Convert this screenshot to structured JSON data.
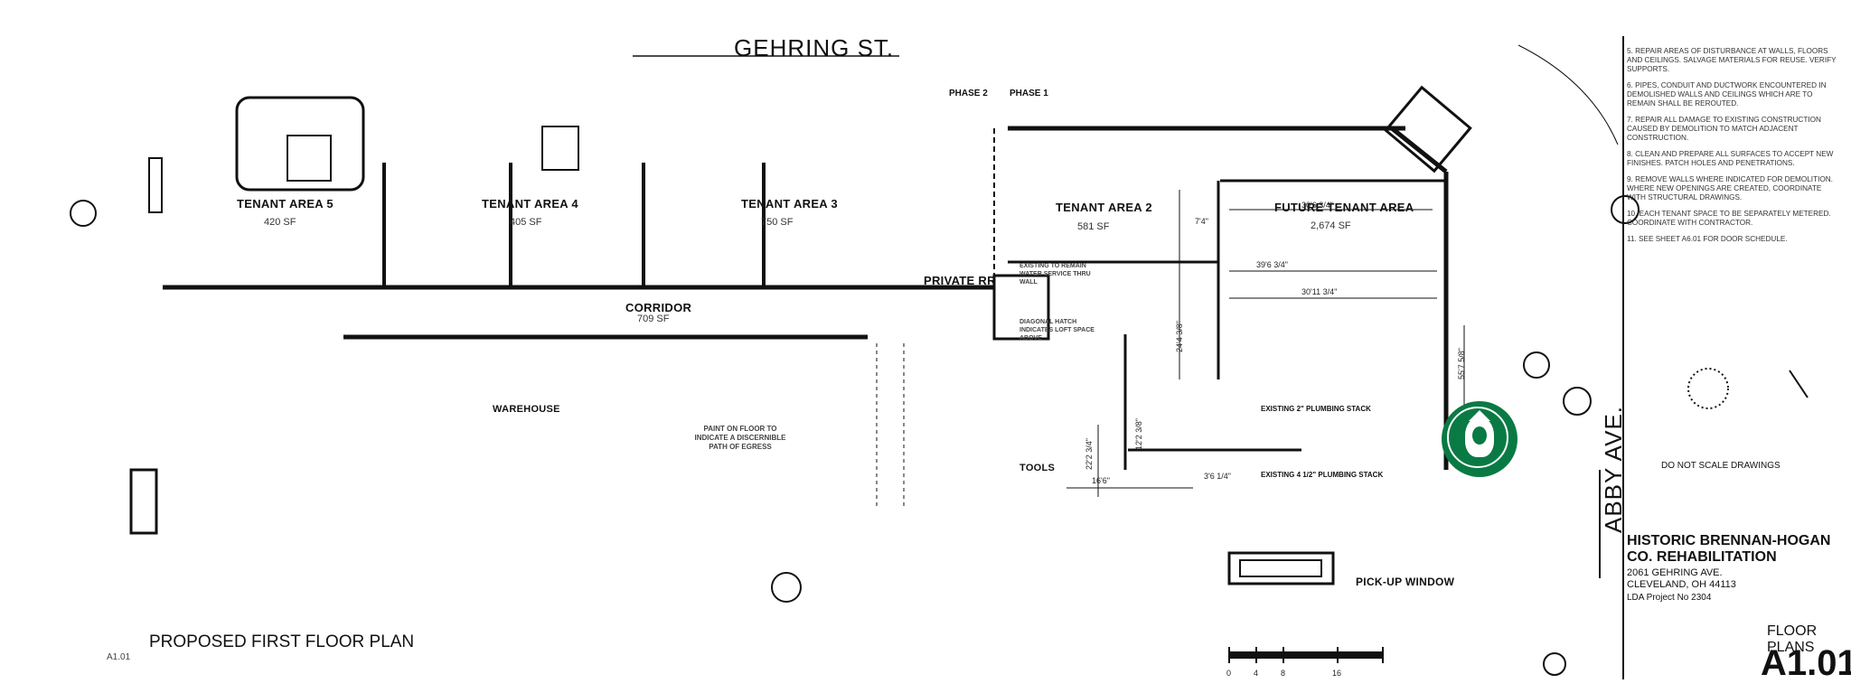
{
  "street_top": "GEHRING ST.",
  "street_side": "ABBY AVE.",
  "phases": {
    "phase2": "PHASE 2",
    "phase1": "PHASE 1"
  },
  "rooms": {
    "tenant5": {
      "name": "TENANT AREA 5",
      "sf": "420 SF"
    },
    "tenant4": {
      "name": "TENANT AREA 4",
      "sf": "405 SF"
    },
    "tenant3": {
      "name": "TENANT AREA 3",
      "sf": "750 SF"
    },
    "tenant2": {
      "name": "TENANT AREA 2",
      "sf": "581 SF"
    },
    "future": {
      "name": "FUTURE TENANT AREA",
      "sf": "2,674 SF"
    },
    "private_rr": {
      "name": "PRIVATE RR"
    },
    "corridor": {
      "name": "CORRIDOR",
      "sf": "709 SF"
    },
    "warehouse": {
      "name": "WAREHOUSE"
    },
    "tools": {
      "name": "TOOLS"
    },
    "pickup": {
      "name": "PICK-UP WINDOW"
    }
  },
  "callouts": {
    "plumbing2": "EXISTING 2\" PLUMBING STACK",
    "plumbing4": "EXISTING 4 1/2\" PLUMBING STACK",
    "water": "EXISTING TO REMAIN WATER SERVICE THRU WALL",
    "hatch": "DIAGONAL HATCH INDICATES LOFT SPACE ABOVE",
    "paint": "PAINT ON FLOOR TO INDICATE A DISCERNIBLE PATH OF EGRESS"
  },
  "dims": [
    "30'6 3/4\"",
    "39'6 3/4\"",
    "30'11 3/4\"",
    "7'4\"",
    "24'4 3/8\"",
    "22'2 3/4\"",
    "12'2 3/8\"",
    "16'6\"",
    "3'6 1/4\"",
    "55'7 5/8\""
  ],
  "drawing_title": "PROPOSED FIRST FLOOR PLAN",
  "drawing_ref": "A1.01",
  "general_notes": [
    "5. REPAIR AREAS OF DISTURBANCE AT WALLS, FLOORS AND CEILINGS. SALVAGE MATERIALS FOR REUSE. VERIFY SUPPORTS.",
    "6. PIPES, CONDUIT AND DUCTWORK ENCOUNTERED IN DEMOLISHED WALLS AND CEILINGS WHICH ARE TO REMAIN SHALL BE REROUTED.",
    "7. REPAIR ALL DAMAGE TO EXISTING CONSTRUCTION CAUSED BY DEMOLITION TO MATCH ADJACENT CONSTRUCTION.",
    "8. CLEAN AND PREPARE ALL SURFACES TO ACCEPT NEW FINISHES. PATCH HOLES AND PENETRATIONS.",
    "9. REMOVE WALLS WHERE INDICATED FOR DEMOLITION. WHERE NEW OPENINGS ARE CREATED, COORDINATE WITH STRUCTURAL DRAWINGS.",
    "10. EACH TENANT SPACE TO BE SEPARATELY METERED. COORDINATE WITH CONTRACTOR.",
    "11. SEE SHEET A6.01 FOR DOOR SCHEDULE."
  ],
  "do_not_scale": "DO NOT SCALE DRAWINGS",
  "project": {
    "name_line1": "HISTORIC BRENNAN-HOGAN",
    "name_line2": "CO. REHABILITATION",
    "address1": "2061 GEHRING AVE.",
    "address2": "CLEVELAND, OH 44113",
    "number": "LDA Project No 2304"
  },
  "sheet_title": "FLOOR PLANS",
  "sheet_number": "A1.01",
  "scale_ticks": [
    "0",
    "4",
    "8",
    "16"
  ],
  "colors": {
    "line": "#111111",
    "logo_green": "#0a7a44"
  }
}
